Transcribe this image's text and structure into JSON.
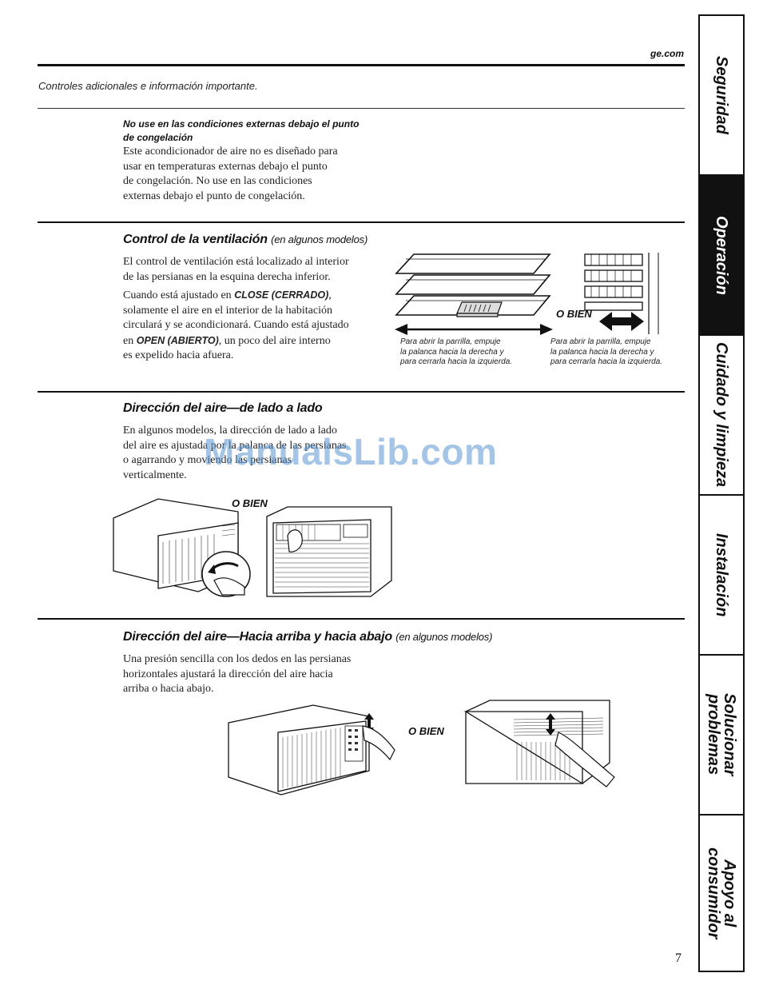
{
  "header": {
    "site": "ge.com"
  },
  "subtitle": "Controles adicionales e información importante.",
  "section_freeze": {
    "title_line1": "No use en las condiciones externas debajo el punto",
    "title_line2": "de congelación",
    "lines": [
      "Este acondicionador de aire no es diseñado para",
      "usar en temperaturas externas debajo el punto",
      "de congelación. No use en las condiciones",
      "externas debajo el punto de congelación."
    ]
  },
  "section_vent": {
    "title": "Control de la ventilación",
    "title_note": "(en algunos modelos)",
    "line1": "El control de ventilación está localizado al interior",
    "line2": "de las persianas en la esquina derecha inferior.",
    "line3_pre": "Cuando está ajustado en ",
    "close_kw": "CLOSE (CERRADO)",
    "line3_post": ",",
    "line4": "solamente el aire en el interior de la habitación",
    "line5": "circulará y se acondicionará. Cuando está ajustado",
    "line6_pre": "en ",
    "open_kw": "OPEN (ABIERTO)",
    "line6_post": ", un poco del aire interno",
    "line7": "es expelido hacia afuera.",
    "or_label": "O BIEN",
    "caption_left": [
      "Para abrir la parrilla, empuje",
      "la palanca hacia la derecha y",
      "para cerrarla hacia la izquierda."
    ],
    "caption_right": [
      "Para abrir la parrilla, empuje",
      "la palanca hacia la derecha y",
      "para cerrarla hacia la izquierda."
    ]
  },
  "section_side": {
    "title": "Dirección del aire—de lado a lado",
    "lines": [
      "En algunos modelos, la dirección de lado a lado",
      "del aire es ajustada por la palanca de las persianas",
      "o agarrando y moviendo las persianas",
      "verticalmente."
    ],
    "or_label": "O BIEN"
  },
  "section_updown": {
    "title": "Dirección del aire—Hacia arriba y hacia abajo",
    "title_note": "(en algunos modelos)",
    "lines": [
      "Una presión sencilla con los dedos en las persianas",
      "horizontales ajustará la dirección del aire hacia",
      "arriba o hacia abajo."
    ],
    "or_label": "O BIEN"
  },
  "watermark": "ManualsLib.com",
  "page_number": "7",
  "tabs": [
    {
      "label": "Seguridad",
      "active": false
    },
    {
      "label": "Operación",
      "active": true
    },
    {
      "label": "Cuidado y limpieza",
      "active": false
    },
    {
      "label": "Instalación",
      "active": false
    },
    {
      "label": "Solucionar\nproblemas",
      "active": false
    },
    {
      "label": "Apoyo al\nconsumidor",
      "active": false
    }
  ]
}
